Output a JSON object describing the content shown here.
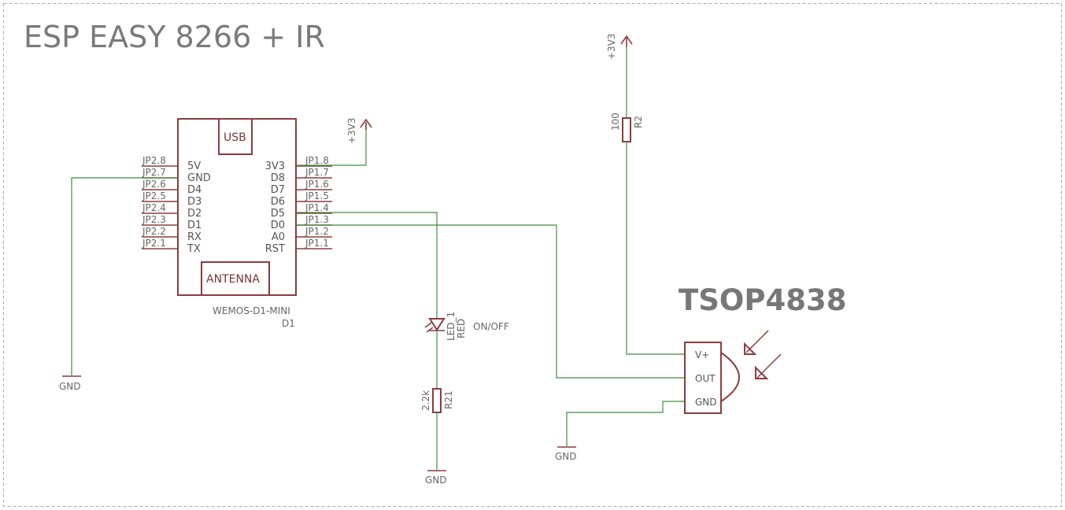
{
  "title": "ESP EASY 8266 + IR",
  "module": {
    "name": "WEMOS-D1-MINI",
    "ref": "D1",
    "usb_label": "USB",
    "antenna_label": "ANTENNA",
    "left_pins": [
      {
        "pad": "JP2.8",
        "name": "5V"
      },
      {
        "pad": "JP2.7",
        "name": "GND"
      },
      {
        "pad": "JP2.6",
        "name": "D4"
      },
      {
        "pad": "JP2.5",
        "name": "D3"
      },
      {
        "pad": "JP2.4",
        "name": "D2"
      },
      {
        "pad": "JP2.3",
        "name": "D1"
      },
      {
        "pad": "JP2.2",
        "name": "RX"
      },
      {
        "pad": "JP2.1",
        "name": "TX"
      }
    ],
    "right_pins": [
      {
        "pad": "JP1.8",
        "name": "3V3"
      },
      {
        "pad": "JP1.7",
        "name": "D8"
      },
      {
        "pad": "JP1.6",
        "name": "D7"
      },
      {
        "pad": "JP1.5",
        "name": "D6"
      },
      {
        "pad": "JP1.4",
        "name": "D5"
      },
      {
        "pad": "JP1.3",
        "name": "D0"
      },
      {
        "pad": "JP1.2",
        "name": "A0"
      },
      {
        "pad": "JP1.1",
        "name": "RST"
      }
    ]
  },
  "supply_module": "+3V3",
  "supply_r2": "+3V3",
  "gnd_module": "GND",
  "gnd_led": "GND",
  "gnd_tsop": "GND",
  "r2": {
    "value": "100",
    "ref": "R2"
  },
  "r21": {
    "value": "2.2k",
    "ref": "R21"
  },
  "led": {
    "ref": "LED_1",
    "color": "RED",
    "label": "ON/OFF"
  },
  "tsop": {
    "name": "TSOP4838",
    "pins": [
      "V+",
      "OUT",
      "GND"
    ]
  },
  "colors": {
    "part": "#8e3b3b",
    "wire": "#3f8f3f",
    "text": "#666666"
  }
}
